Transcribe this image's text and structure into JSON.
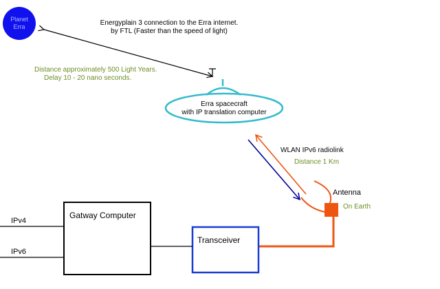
{
  "planet": {
    "line1": "Planet",
    "line2": "Erra"
  },
  "ftl_link": {
    "line1": "Energyplain 3 connection to the Erra internet.",
    "line2": "by FTL (Faster than the speed of light)"
  },
  "distance_note": {
    "line1": "Distance approximately 500 Light Years.",
    "line2": "Delay 10 - 20 nano seconds."
  },
  "spacecraft": {
    "line1": "Erra spacecraft",
    "line2": "with IP translation computer"
  },
  "wlan": {
    "label": "WLAN IPv6 radiolink",
    "distance": "Distance 1 Km"
  },
  "antenna": {
    "label": "Antenna",
    "location": "On Earth"
  },
  "gateway": {
    "label": "Gatway Computer"
  },
  "transceiver": {
    "label": "Transceiver"
  },
  "inputs": {
    "ipv4": "IPv4",
    "ipv6": "IPv6"
  },
  "colors": {
    "planet": "#1111ee",
    "spacecraft": "#33bbcc",
    "orange": "#ee5511",
    "blue_arrow": "#000099",
    "olive_text": "#6b8e23"
  }
}
